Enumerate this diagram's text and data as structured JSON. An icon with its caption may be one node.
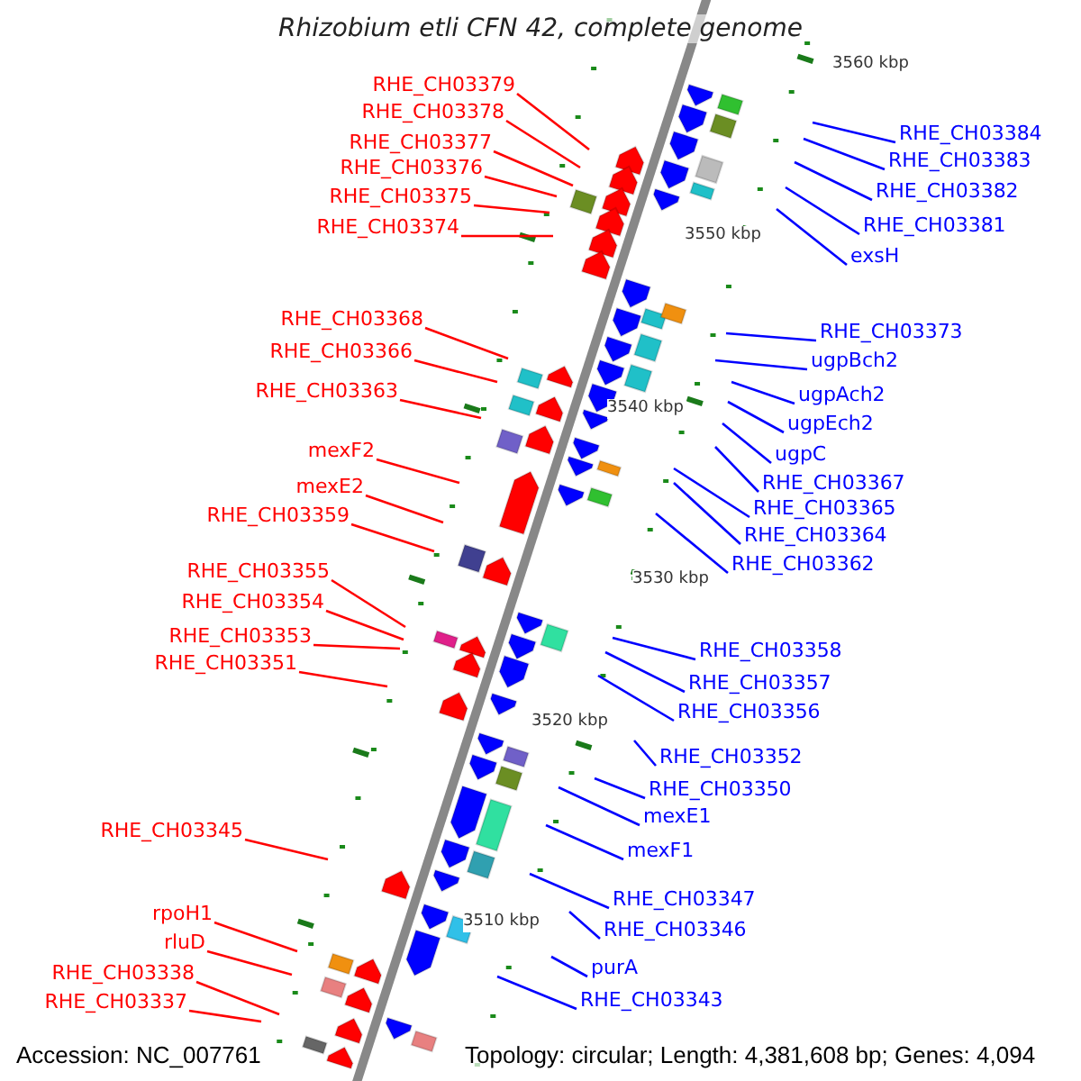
{
  "diagram": {
    "title": "Rhizobium etli CFN 42, complete genome",
    "nodes": [
      {
        "text": [
          "RHE_CH03379"
        ]
      },
      {
        "text": [
          "RHE_CH03378"
        ]
      },
      {
        "text": [
          "RHE_CH03377"
        ]
      },
      {
        "text": [
          "RHE_CH03376"
        ]
      },
      {
        "text": [
          "RHE_CH03375"
        ]
      },
      {
        "text": [
          "RHE_CH03374"
        ]
      },
      {
        "text": [
          "RHE_CH03368"
        ]
      },
      {
        "text": [
          "RHE_CH03366"
        ]
      },
      {
        "text": [
          "RHE_CH03363"
        ]
      },
      {
        "text": [
          "mexF2"
        ]
      },
      {
        "text": [
          "mexE2"
        ]
      },
      {
        "text": [
          "RHE_CH03359"
        ]
      },
      {
        "text": [
          "RHE_CH03355"
        ]
      },
      {
        "text": [
          "RHE_CH03354"
        ]
      },
      {
        "text": [
          "RHE_CH03353"
        ]
      },
      {
        "text": [
          "RHE_CH03351"
        ]
      },
      {
        "text": [
          "RHE_CH03345"
        ]
      },
      {
        "text": [
          "rpoH1"
        ]
      },
      {
        "text": [
          "rluD"
        ]
      },
      {
        "text": [
          "RHE_CH03338"
        ]
      },
      {
        "text": [
          "RHE_CH03337"
        ]
      },
      {
        "text": [
          "RHE_CH03384"
        ]
      },
      {
        "text": [
          "RHE_CH03383"
        ]
      },
      {
        "text": [
          "RHE_CH03382"
        ]
      },
      {
        "text": [
          "RHE_CH03381"
        ]
      },
      {
        "text": [
          "exsH"
        ]
      },
      {
        "text": [
          "RHE_CH03373"
        ]
      },
      {
        "text": [
          "ugpBch2"
        ]
      },
      {
        "text": [
          "ugpAch2"
        ]
      },
      {
        "text": [
          "ugpEch2"
        ]
      },
      {
        "text": [
          "ugpC"
        ]
      },
      {
        "text": [
          "RHE_CH03367"
        ]
      },
      {
        "text": [
          "RHE_CH03365"
        ]
      },
      {
        "text": [
          "RHE_CH03364"
        ]
      },
      {
        "text": [
          "RHE_CH03362"
        ]
      },
      {
        "text": [
          "RHE_CH03358"
        ]
      },
      {
        "text": [
          "RHE_CH03357"
        ]
      },
      {
        "text": [
          "RHE_CH03356"
        ]
      },
      {
        "text": [
          "RHE_CH03352"
        ]
      },
      {
        "text": [
          "RHE_CH03350"
        ]
      },
      {
        "text": [
          "mexE1"
        ]
      },
      {
        "text": [
          "mexF1"
        ]
      },
      {
        "text": [
          "RHE_CH03347"
        ]
      },
      {
        "text": [
          "RHE_CH03346"
        ]
      },
      {
        "text": [
          "purA"
        ]
      },
      {
        "text": [
          "RHE_CH03343"
        ]
      }
    ],
    "edges": [
      {
        "from": 0,
        "to": null,
        "arrow": "none",
        "color": "#ff0000"
      },
      {
        "from": 1,
        "to": null,
        "arrow": "none",
        "color": "#ff0000"
      },
      {
        "from": 2,
        "to": null,
        "arrow": "none",
        "color": "#ff0000"
      },
      {
        "from": 3,
        "to": null,
        "arrow": "none",
        "color": "#ff0000"
      },
      {
        "from": 4,
        "to": null,
        "arrow": "none",
        "color": "#ff0000"
      },
      {
        "from": 5,
        "to": null,
        "arrow": "none",
        "color": "#ff0000"
      },
      {
        "from": 6,
        "to": null,
        "arrow": "none",
        "color": "#ff0000"
      },
      {
        "from": 7,
        "to": null,
        "arrow": "none",
        "color": "#ff0000"
      },
      {
        "from": 8,
        "to": null,
        "arrow": "none",
        "color": "#ff0000"
      },
      {
        "from": 9,
        "to": null,
        "arrow": "none",
        "color": "#ff0000"
      },
      {
        "from": 10,
        "to": null,
        "arrow": "none",
        "color": "#ff0000"
      },
      {
        "from": 11,
        "to": null,
        "arrow": "none",
        "color": "#ff0000"
      },
      {
        "from": 12,
        "to": null,
        "arrow": "none",
        "color": "#ff0000"
      },
      {
        "from": 13,
        "to": null,
        "arrow": "none",
        "color": "#ff0000"
      },
      {
        "from": 14,
        "to": null,
        "arrow": "none",
        "color": "#ff0000"
      },
      {
        "from": 15,
        "to": null,
        "arrow": "none",
        "color": "#ff0000"
      },
      {
        "from": 16,
        "to": null,
        "arrow": "none",
        "color": "#ff0000"
      },
      {
        "from": 17,
        "to": null,
        "arrow": "none",
        "color": "#ff0000"
      },
      {
        "from": 18,
        "to": null,
        "arrow": "none",
        "color": "#ff0000"
      },
      {
        "from": 19,
        "to": null,
        "arrow": "none",
        "color": "#ff0000"
      },
      {
        "from": 20,
        "to": null,
        "arrow": "none",
        "color": "#ff0000"
      },
      {
        "from": 21,
        "to": null,
        "arrow": "none"
      },
      {
        "from": 22,
        "to": null,
        "arrow": "none"
      },
      {
        "from": 23,
        "to": null,
        "arrow": "none"
      },
      {
        "from": 24,
        "to": null,
        "arrow": "none"
      },
      {
        "from": 25,
        "to": null,
        "arrow": "none"
      },
      {
        "from": 26,
        "to": null,
        "arrow": "none"
      },
      {
        "from": 27,
        "to": null,
        "arrow": "none"
      },
      {
        "from": 28,
        "to": null,
        "arrow": "none"
      },
      {
        "from": 29,
        "to": null,
        "arrow": "none"
      },
      {
        "from": 30,
        "to": null,
        "arrow": "none"
      },
      {
        "from": 31,
        "to": null,
        "arrow": "none"
      },
      {
        "from": 32,
        "to": null,
        "arrow": "none"
      },
      {
        "from": 33,
        "to": null,
        "arrow": "none"
      },
      {
        "from": 34,
        "to": null,
        "arrow": "none"
      },
      {
        "from": 35,
        "to": null,
        "arrow": "none"
      },
      {
        "from": 36,
        "to": null,
        "arrow": "none"
      },
      {
        "from": 37,
        "to": null,
        "arrow": "none"
      },
      {
        "from": 38,
        "to": null,
        "arrow": "none"
      },
      {
        "from": 39,
        "to": null,
        "arrow": "none"
      },
      {
        "from": 40,
        "to": null,
        "arrow": "none"
      },
      {
        "from": 41,
        "to": null,
        "arrow": "none"
      },
      {
        "from": 42,
        "to": null,
        "arrow": "none"
      },
      {
        "from": 43,
        "to": null,
        "arrow": "none"
      },
      {
        "from": 44,
        "to": null,
        "arrow": "none"
      },
      {
        "from": 45,
        "to": null,
        "arrow": "none"
      }
    ],
    "labels": [
      "3560 kbp",
      "3550 kbp",
      "3540 kbp",
      "3530 kbp",
      "3520 kbp",
      "3510 kbp",
      "Accession: NC_007761",
      "Topology: circular; Length: 4,381,608 bp; Genes: 4,094"
    ]
  }
}
